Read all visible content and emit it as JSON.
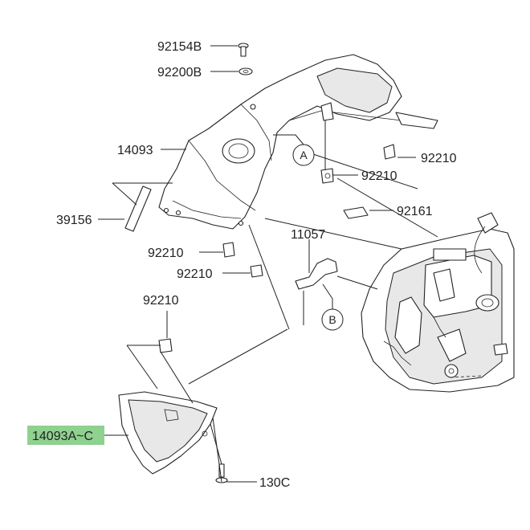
{
  "parts": [
    {
      "id": "p-92154B",
      "label": "92154B"
    },
    {
      "id": "p-92200B",
      "label": "92200B"
    },
    {
      "id": "p-14093",
      "label": "14093"
    },
    {
      "id": "p-39156",
      "label": "39156"
    },
    {
      "id": "p-92210-a",
      "label": "92210"
    },
    {
      "id": "p-92210-b",
      "label": "92210"
    },
    {
      "id": "p-92210-c",
      "label": "92210"
    },
    {
      "id": "p-92210-d",
      "label": "92210"
    },
    {
      "id": "p-92210-e",
      "label": "92210"
    },
    {
      "id": "p-92161",
      "label": "92161"
    },
    {
      "id": "p-11057",
      "label": "11057"
    },
    {
      "id": "p-14093AC",
      "label": "14093A~C",
      "highlighted": true
    },
    {
      "id": "p-130C",
      "label": "130C"
    }
  ],
  "callouts": [
    {
      "id": "callout-a",
      "letter": "A"
    },
    {
      "id": "callout-b",
      "letter": "B"
    }
  ],
  "colors": {
    "highlight": "#8fd18f",
    "line": "#222222"
  }
}
